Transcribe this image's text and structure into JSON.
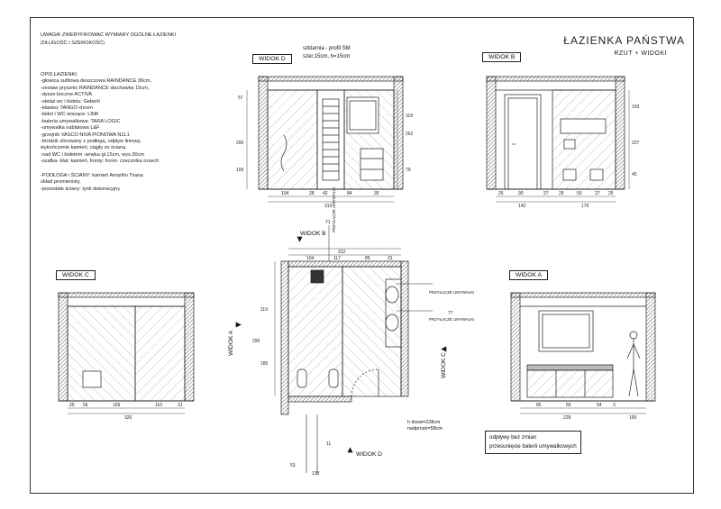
{
  "header": {
    "note_line1": "UWAGA! ZWERYFIKOWAĆ WYMIARY OGÓLNE ŁAZIENKI",
    "note_line2": "(DŁUGOŚĆ I SZEROKOŚĆ)",
    "title": "ŁAZIENKA PAŃSTWA",
    "subtitle": "RZUT + WIDOKI"
  },
  "description": {
    "heading": "OPIS ŁAZIENKI:",
    "items": [
      "-głowica sufitowa deszczowa RAINDANCE 30cm,",
      "-zestaw prysznic RAINDANCE słuchawka 15cm,",
      "-dysze boczne ACTIVA",
      "-stelaż wc i bidetu: Geberit",
      "-klawisz TANGO chrom",
      "-bidet i WC wiszące: LINK",
      "-bateria umywalkowa: TARA LOGIC",
      "-umywalka nablatowa L&F",
      "-grzejnik VASCO NIVA PIONOWA N1L1",
      "-brodzik zlicowany z podłogą, odpływ liniowy,",
      "wykończenie kamień, ciągły ze ścianą",
      "-nad WC i bidetem -wnęka gł.15cm, wys.30cm",
      "-szafka- blat: kamień, fronty: fornir- czeczotka orzech"
    ],
    "floor_heading": "-PODŁOGA i ŚCIANY: kamień Amarillo Triana",
    "floor_items": [
      " układ promienisty,",
      "-pozostałe ściany: tynk dekoracyjny"
    ]
  },
  "views": {
    "d_top": "WIDOK D",
    "b_top": "WIDOK B",
    "c_left": "WIDOK C",
    "a_right": "WIDOK A",
    "plan_b": "WIDOK B",
    "plan_a": "WIDOK A",
    "plan_c": "WIDOK C",
    "plan_d": "WIDOK D"
  },
  "annotations": {
    "skylight_1": "szklarnia - profil SM",
    "skylight_2": "szer.15cm, h=15cm",
    "door_h": "h drzwi=228cm",
    "door_top": "nadproże=58cm",
    "drain_1": "odpływy bez zmian",
    "drain_2": "przesunięcie baterii umywalkowych",
    "przylacze_1": "PRZYŁĄCZE UMYWALKI",
    "przylacze_2": "PRZYŁĄCZE UMYWALKI",
    "przylacze_top": "PRZYŁĄCZE UMYWALKI"
  },
  "dimensions": {
    "d_bottom": [
      "104",
      "28",
      "42",
      "84",
      "35"
    ],
    "d_total": "313",
    "d_left": [
      "57",
      "200",
      "105"
    ],
    "d_right_a": [
      "118",
      "262",
      "79"
    ],
    "b_bottom": [
      "25",
      "90",
      "27",
      "25",
      "50",
      "27",
      "25"
    ],
    "b_total_a": "142",
    "b_total_b": "170",
    "b_right": [
      "103",
      "227",
      "45"
    ],
    "c_bottom": [
      "20",
      "56",
      "169",
      "110",
      "31"
    ],
    "c_total": "326",
    "a_bottom": [
      "85",
      "65",
      "54",
      "3"
    ],
    "a_total": "228",
    "a_extra": "100",
    "plan_top": [
      "312",
      "104",
      "117",
      "89",
      "31"
    ],
    "plan_left": [
      "119",
      "295",
      "185"
    ],
    "plan_right": [
      "71",
      "77"
    ],
    "plan_small": [
      "53",
      "138",
      "11"
    ]
  },
  "colors": {
    "line": "#222222",
    "hatch": "#555555",
    "paper": "#ffffff"
  }
}
